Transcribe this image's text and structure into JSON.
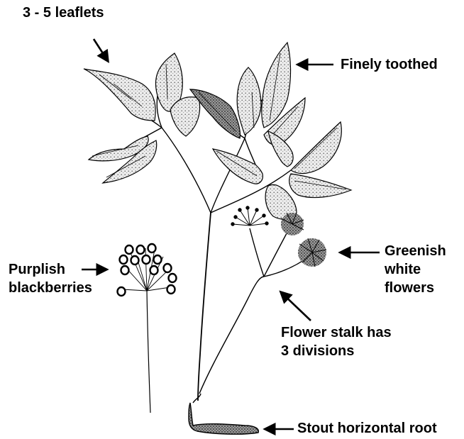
{
  "labels": {
    "leaflets": "3 - 5 leaflets",
    "toothed": "Finely toothed",
    "flowers_line1": "Greenish",
    "flowers_line2": "white",
    "flowers_line3": "flowers",
    "berries_line1": "Purplish",
    "berries_line2": "blackberries",
    "stalk_line1": "Flower stalk has",
    "stalk_line2": "3 divisions",
    "root": "Stout horizontal root"
  },
  "colors": {
    "ink": "#000000",
    "leaf_fill": "#e4e4e4",
    "paper": "#ffffff"
  }
}
